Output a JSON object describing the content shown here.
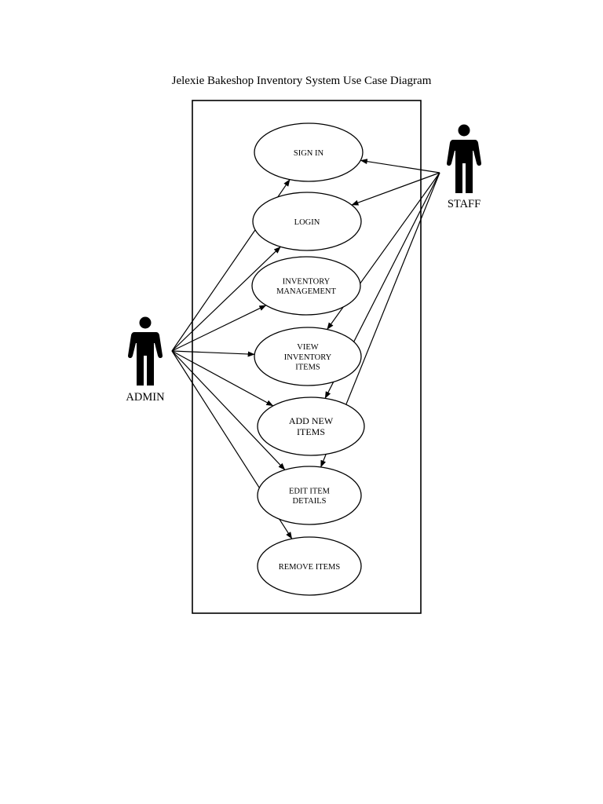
{
  "diagram": {
    "title": "Jelexie Bakeshop Inventory System Use Case Diagram",
    "actors": {
      "admin": {
        "label": "ADMIN",
        "icon": "person-icon"
      },
      "staff": {
        "label": "STAFF",
        "icon": "person-icon"
      }
    },
    "use_cases": [
      {
        "id": "sign-in",
        "lines": [
          "SIGN IN"
        ]
      },
      {
        "id": "login",
        "lines": [
          "LOGIN"
        ]
      },
      {
        "id": "inventory-management",
        "lines": [
          "INVENTORY",
          "MANAGEMENT"
        ]
      },
      {
        "id": "view-inventory-items",
        "lines": [
          "VIEW",
          "INVENTORY",
          "ITEMS"
        ]
      },
      {
        "id": "add-new-items",
        "lines": [
          "ADD NEW",
          "ITEMS"
        ]
      },
      {
        "id": "edit-item-details",
        "lines": [
          "EDIT ITEM",
          "DETAILS"
        ]
      },
      {
        "id": "remove-items",
        "lines": [
          "REMOVE ITEMS"
        ]
      }
    ],
    "associations": {
      "admin": [
        "sign-in",
        "login",
        "inventory-management",
        "view-inventory-items",
        "add-new-items",
        "edit-item-details",
        "remove-items"
      ],
      "staff": [
        "sign-in",
        "login",
        "view-inventory-items",
        "add-new-items",
        "edit-item-details"
      ]
    },
    "colors": {
      "ink": "#000000",
      "background": "#ffffff"
    }
  }
}
